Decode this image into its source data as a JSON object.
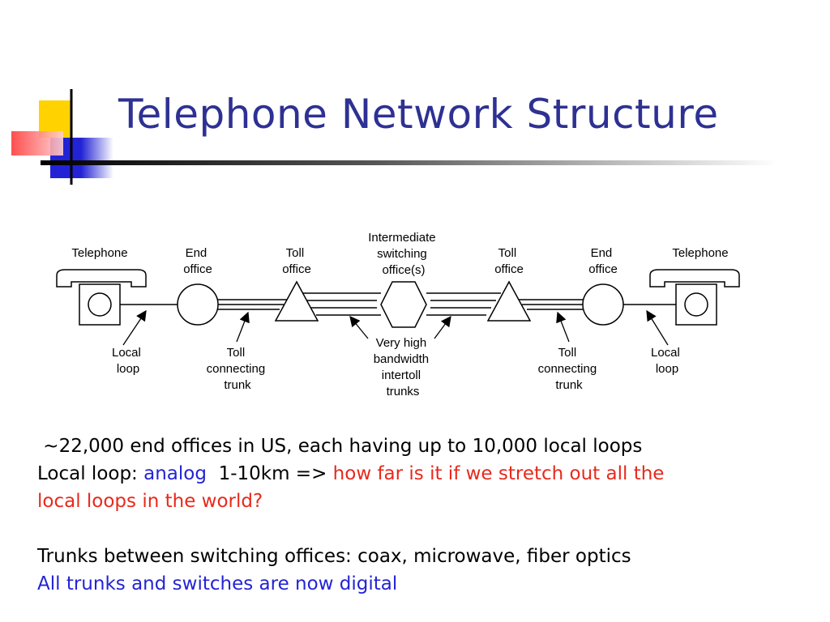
{
  "slide": {
    "title": "Telephone Network Structure",
    "colors": {
      "title": "#2e3192",
      "red_text": "#e8291c",
      "blue_text": "#2323d6",
      "logo_yellow": "#ffd200",
      "logo_blue": "#2323d6",
      "logo_red": "#ff3b3b"
    }
  },
  "diagram": {
    "top_labels": {
      "telephone_left": "Telephone",
      "end_office_left": [
        "End",
        "office"
      ],
      "toll_office_left": [
        "Toll",
        "office"
      ],
      "intermediate": [
        "Intermediate",
        "switching",
        "office(s)"
      ],
      "toll_office_right": [
        "Toll",
        "office"
      ],
      "end_office_right": [
        "End",
        "office"
      ],
      "telephone_right": "Telephone"
    },
    "bottom_labels": {
      "local_loop_left": [
        "Local",
        "loop"
      ],
      "toll_trunk_left": [
        "Toll",
        "connecting",
        "trunk"
      ],
      "intertoll": [
        "Very high",
        "bandwidth",
        "intertoll",
        "trunks"
      ],
      "toll_trunk_right": [
        "Toll",
        "connecting",
        "trunk"
      ],
      "local_loop_right": [
        "Local",
        "loop"
      ]
    }
  },
  "bullets": {
    "line1": " ~22,000 end offices in US, each having up to 10,000 local loops",
    "line2_prefix": "Local loop: ",
    "line2_analog": "analog",
    "line2_mid": "  1-10km => ",
    "line2_question": "how far is it if we stretch out all the",
    "line3_question": "local loops in the world?",
    "line4": "Trunks between switching offices: coax, microwave, fiber optics",
    "line5": "All trunks and switches are now digital"
  }
}
